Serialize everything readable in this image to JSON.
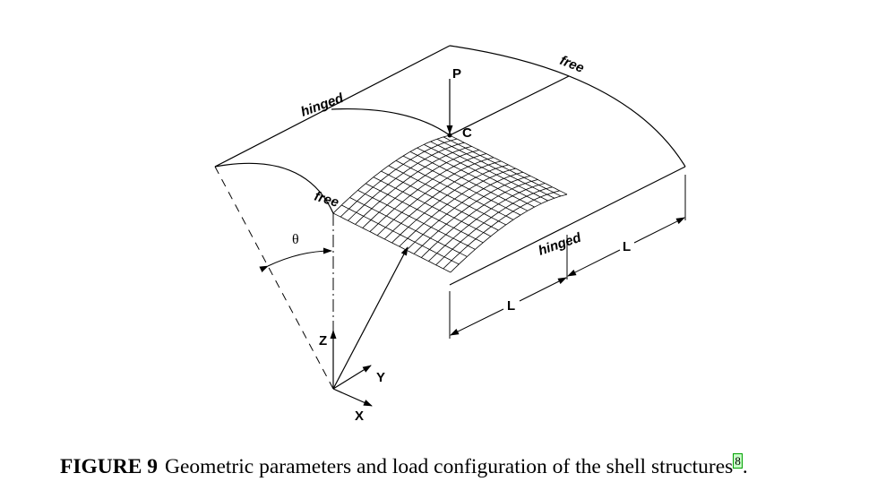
{
  "figure": {
    "labels": {
      "hinged_top": "hinged",
      "free_top": "free",
      "free_left": "free",
      "hinged_bottom": "hinged",
      "load": "P",
      "point": "C",
      "theta": "θ",
      "length_1": "L",
      "length_2": "L",
      "axis_z": "Z",
      "axis_y": "Y",
      "axis_x": "X"
    }
  },
  "caption": {
    "figure_label": "FIGURE 9",
    "text": "Geometric parameters and load configuration of the shell structures",
    "reference": "8",
    "end": "."
  }
}
